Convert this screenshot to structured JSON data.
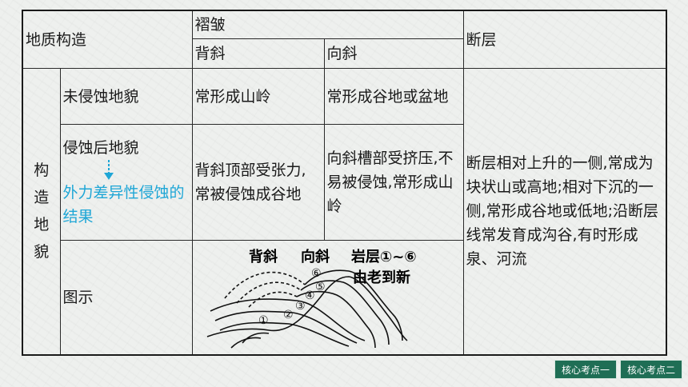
{
  "table": {
    "header": {
      "structure": "地质构造",
      "fold": "褶皱",
      "anticline": "背斜",
      "syncline": "向斜",
      "fault": "断层"
    },
    "group_label_chars": [
      "构",
      "造",
      "地",
      "貌"
    ],
    "rows": {
      "uneroded": {
        "label": "未侵蚀地貌",
        "anticline": "常形成山岭",
        "syncline": "常形成谷地或盆地"
      },
      "eroded": {
        "label": "侵蚀后地貌",
        "note": "外力差异性侵蚀的结果",
        "anticline": "背斜顶部受张力,常被侵蚀成谷地",
        "syncline": "向斜槽部受挤压,不易被侵蚀,常形成山岭"
      },
      "fault_desc": "断层相对上升的一侧,常成为块状山或高地;相对下沉的一侧,常形成谷地或低地;沿断层线常发育成沟谷,有时形成泉、河流",
      "diagram": {
        "label": "图示",
        "legend_anticline": "背斜",
        "legend_syncline": "向斜",
        "legend_layers": "岩层①~⑥",
        "legend_order": "由老到新",
        "layer_markers": [
          "①",
          "②",
          "③",
          "④",
          "⑤",
          "⑥"
        ]
      }
    }
  },
  "nav": {
    "btn1": "核心考点一",
    "btn2": "核心考点二",
    "color": "#1f6e55"
  },
  "colors": {
    "note_blue": "#1ea6d6"
  }
}
